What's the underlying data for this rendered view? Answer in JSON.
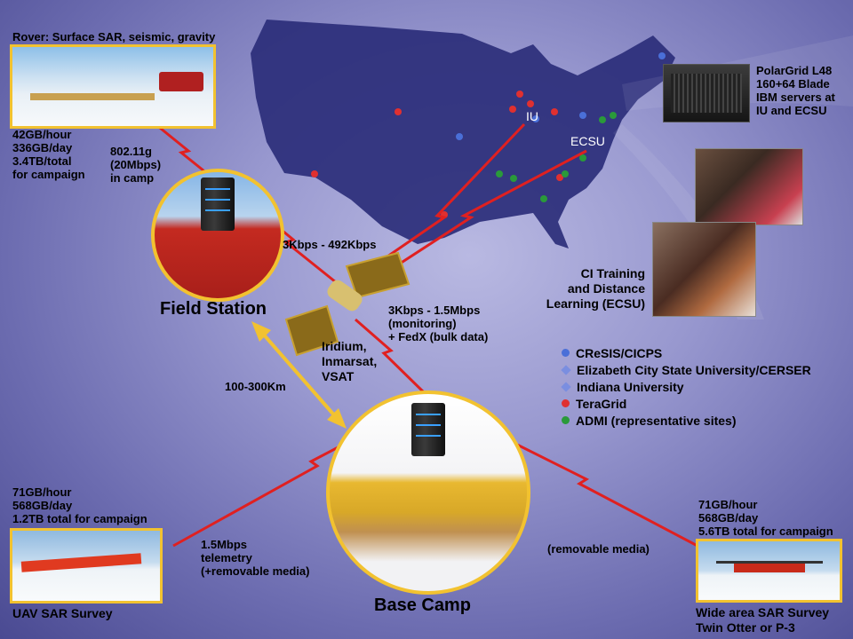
{
  "labels": {
    "rover_title": "Rover: Surface SAR, seismic, gravity",
    "rover_stats": "42GB/hour\n336GB/day\n3.4TB/total\nfor campaign",
    "wifi": "802.11g\n(20Mbps)\nin camp",
    "polargrid": "PolarGrid L48\n160+64 Blade\nIBM servers at\nIU and ECSU",
    "iu": "IU",
    "ecsu": "ECSU",
    "ci_training": "CI Training\nand Distance\nLearning (ECSU)",
    "field_station": "Field Station",
    "sat_link1": "3Kbps - 492Kbps",
    "sat_link2": "3Kbps - 1.5Mbps\n(monitoring)\n+ FedX (bulk data)",
    "sat_names": "Iridium,\nInmarsat,\nVSAT",
    "distance": "100-300Km",
    "base_camp": "Base Camp",
    "uav_stats": "71GB/hour\n568GB/day\n1.2TB total for campaign",
    "uav_link": "1.5Mbps\ntelemetry\n(+removable media)",
    "uav_title": "UAV SAR Survey",
    "removable": "(removable media)",
    "twin_stats": "71GB/hour\n568GB/day\n5.6TB total for campaign",
    "twin_title": "Wide area SAR Survey\nTwin Otter or P-3"
  },
  "legend": [
    {
      "label": "CReSIS/CICPS",
      "color": "#4a6fd8",
      "shape": "dot"
    },
    {
      "label": "Elizabeth City State University/CERSER",
      "color": "#7a8ee0",
      "shape": "diamond"
    },
    {
      "label": "Indiana University",
      "color": "#7a8ee0",
      "shape": "diamond"
    },
    {
      "label": "TeraGrid",
      "color": "#e03030",
      "shape": "dot"
    },
    {
      "label": "ADMI (representative sites)",
      "color": "#2a9a3a",
      "shape": "dot"
    }
  ],
  "colors": {
    "accent": "#f2c230",
    "link": "#e02020",
    "map": "#2b2e7a"
  }
}
